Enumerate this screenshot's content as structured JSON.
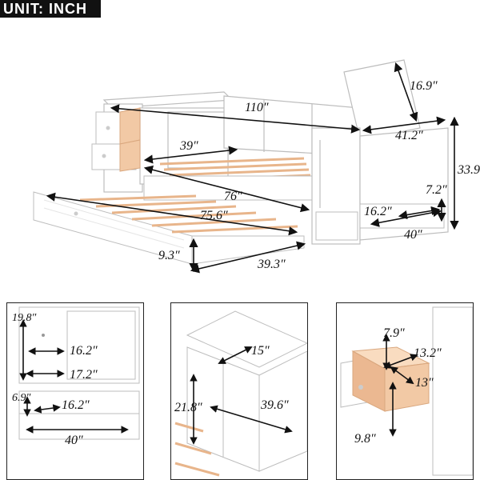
{
  "unit_label": "UNIT: INCH",
  "main": {
    "dims": {
      "length_overall": "110″",
      "lid_height": "16.9″",
      "depth": "41.2″",
      "height": "33.9″",
      "bed_width": "39″",
      "bed_length": "76″",
      "trundle_length": "75.6″",
      "trundle_width": "39.3″",
      "trundle_height": "9.3″",
      "base_depth": "16.2″",
      "base_height": "7.2″",
      "base_width": "40″"
    }
  },
  "panel_left": {
    "dims": {
      "height_top": "19.8″",
      "depth_top": "16.2″",
      "width_mid": "17.2″",
      "height_bottom": "6.9″",
      "depth_bottom": "16.2″",
      "width_bottom": "40″"
    }
  },
  "panel_middle": {
    "dims": {
      "depth": "15″",
      "height": "21.8″",
      "width": "39.6″"
    }
  },
  "panel_right": {
    "dims": {
      "height": "7.9″",
      "width": "13.2″",
      "depth": "13″",
      "front_height": "9.8″"
    }
  },
  "colors": {
    "wood": "#f2c9a5",
    "furniture": "#ffffff",
    "outline": "#bdbdbd",
    "arrow": "#111111"
  }
}
